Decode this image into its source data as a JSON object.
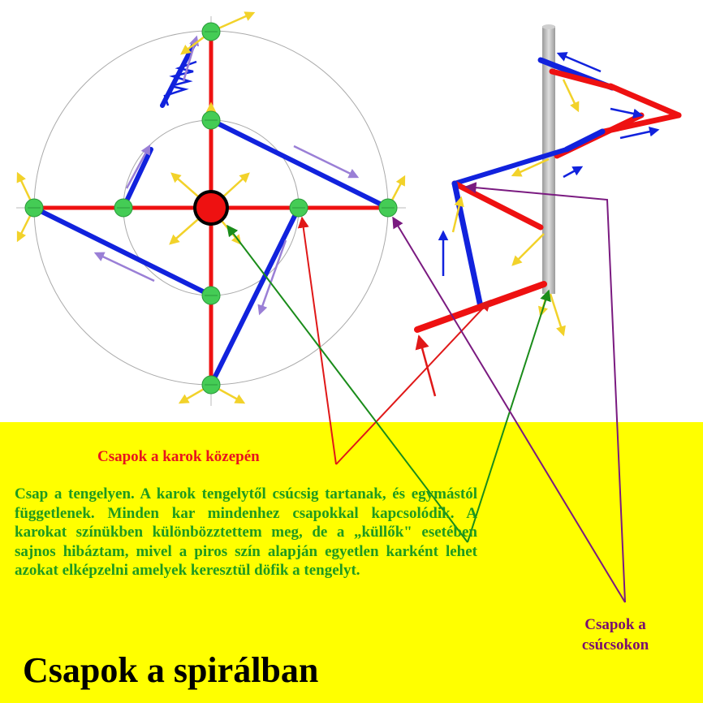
{
  "labels": {
    "center_pins": "Csapok  a  karok  közepén",
    "description": "Csap  a  tengelyen. A karok tengelytől csúcsig tartanak, és egymástól függetlenek. Minden kar mindenhez csapokkal kapcsolódik. A karokat színükben különbözztettem meg, de  a „küllők\" esetében sajnos hibáztam, mivel a piros szín alapján egyetlen karként lehet azokat elképzelni amelyek keresztül döfik a tengelyt.",
    "tip_pins": "Csapok a csúcsokon",
    "title": "Csapok  a  spirálban"
  },
  "colors": {
    "background": "#ffff00",
    "canvas": "#ffffff",
    "red_lever": "#ee1111",
    "blue_lever": "#1122dd",
    "pin": "#44cc55",
    "yellow_arrow": "#f2d22a",
    "lavender_arrow": "#9a7fd6",
    "shaft": "#b8b8b8",
    "green_pointer": "#1a8c1a",
    "purple_pointer": "#7a1a80",
    "red_pointer": "#e01818"
  }
}
